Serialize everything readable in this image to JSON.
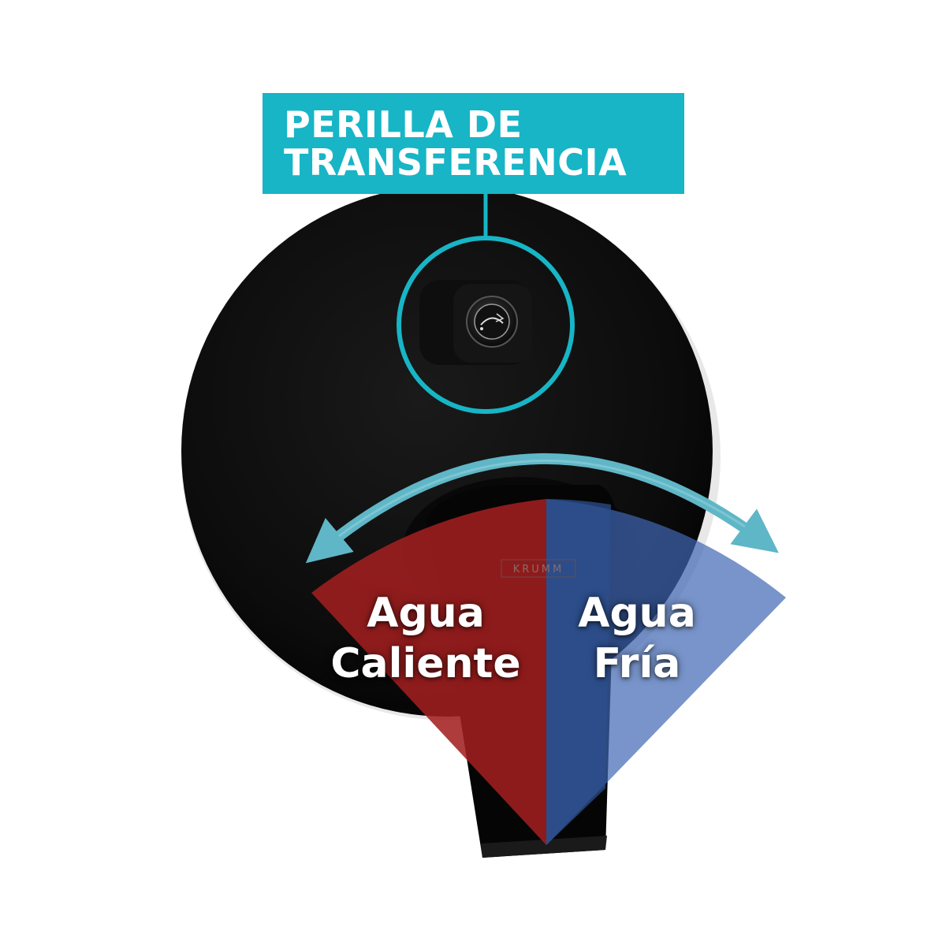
{
  "callout": {
    "line1": "PERILLA DE",
    "line2": "TRANSFERENCIA"
  },
  "zones": {
    "hot": {
      "line1": "Agua",
      "line2": "Caliente"
    },
    "cold": {
      "line1": "Agua",
      "line2": "Fría"
    }
  },
  "brand": "KRUMM",
  "colors": {
    "accent": "#17b5c6",
    "arrow": "#5fb6c6",
    "hot": "#9a1e1e",
    "cold": "#2f5a9e",
    "cold_light": "#7e9ed4",
    "plate": "#0b0b0b"
  }
}
